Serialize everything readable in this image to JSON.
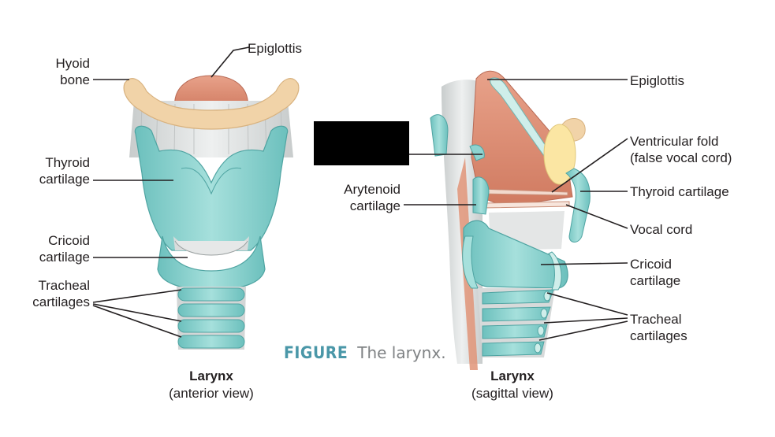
{
  "labels": {
    "hyoid_bone": "Hyoid\nbone",
    "thyroid_cartilage_left": "Thyroid\ncartilage",
    "cricoid_cartilage_left": "Cricoid\ncartilage",
    "tracheal_cartilages_left": "Tracheal\ncartilages",
    "epiglottis_left": "Epiglottis",
    "arytenoid_cartilage": "Arytenoid\ncartilage",
    "epiglottis_right": "Epiglottis",
    "ventricular_fold": "Ventricular fold\n(false vocal cord)",
    "thyroid_cartilage_right": "Thyroid cartilage",
    "vocal_cord": "Vocal cord",
    "cricoid_cartilage_right": "Cricoid\ncartilage",
    "tracheal_cartilages_right": "Tracheal\ncartilages"
  },
  "views": {
    "anterior_title": "Larynx",
    "anterior_sub": "(anterior view)",
    "sagittal_title": "Larynx",
    "sagittal_sub": "(sagittal view)"
  },
  "caption": {
    "figure_word": "FIGURE",
    "text": "The larynx."
  },
  "colors": {
    "cartilage": "#8ed3d0",
    "cartilage_dark": "#5fb3b1",
    "bone": "#f1d3a8",
    "epiglottis": "#e09478",
    "membrane": "#d3d6d6",
    "fat": "#fbe6a3",
    "caption_blue": "#4a97a8"
  }
}
